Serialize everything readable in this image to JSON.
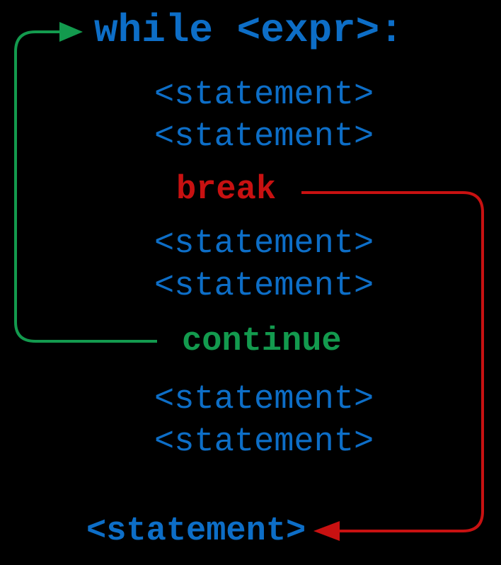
{
  "colors": {
    "statement_blue": "#0d6ec7",
    "break_red": "#c81111",
    "continue_green": "#139a4e",
    "background": "#000000"
  },
  "diagram": {
    "description_role": "while loop control-flow diagram",
    "lines": [
      {
        "text": "while <expr>:",
        "role": "while-header"
      },
      {
        "text": "<statement>",
        "role": "loop-body-statement"
      },
      {
        "text": "<statement>",
        "role": "loop-body-statement"
      },
      {
        "text": "break",
        "role": "break-keyword"
      },
      {
        "text": "<statement>",
        "role": "loop-body-statement"
      },
      {
        "text": "<statement>",
        "role": "loop-body-statement"
      },
      {
        "text": "continue",
        "role": "continue-keyword"
      },
      {
        "text": "<statement>",
        "role": "loop-body-statement"
      },
      {
        "text": "<statement>",
        "role": "loop-body-statement"
      },
      {
        "text": "<statement>",
        "role": "after-loop-statement"
      }
    ],
    "arrows": [
      {
        "name": "continue-loop-arrow",
        "from": "continue",
        "to": "while <expr>:",
        "color": "#139a4e"
      },
      {
        "name": "break-exit-arrow",
        "from": "break",
        "to": "<statement> after loop",
        "color": "#c81111"
      }
    ]
  }
}
